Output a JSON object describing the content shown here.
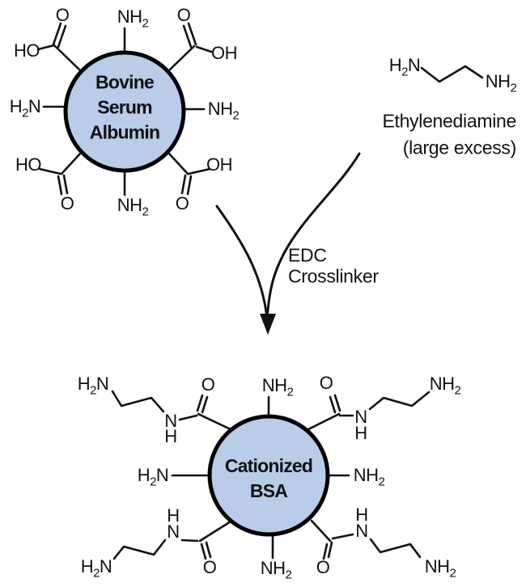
{
  "diagram": {
    "reactant_protein": {
      "name_lines": [
        "Bovine",
        "Serum",
        "Albumin"
      ],
      "groups": {
        "o": "O",
        "ho": "HO",
        "oh": "OH",
        "nh2": "NH2",
        "h2n": "H2N"
      }
    },
    "reagent": {
      "h2n": "H2N",
      "nh2": "NH2",
      "name": "Ethylenediamine",
      "note": "(large excess)"
    },
    "reaction": {
      "catalyst_line1": "EDC",
      "catalyst_line2": "Crosslinker"
    },
    "product_protein": {
      "name_lines": [
        "Cationized",
        "BSA"
      ],
      "groups": {
        "o": "O",
        "n": "N",
        "h": "H",
        "nh2": "NH2",
        "h2n": "H2N"
      }
    },
    "colors": {
      "protein_fill": "#b9cce8",
      "protein_stroke": "#000000",
      "bond": "#111111",
      "text": "#111111",
      "background": "#ffffff"
    }
  }
}
